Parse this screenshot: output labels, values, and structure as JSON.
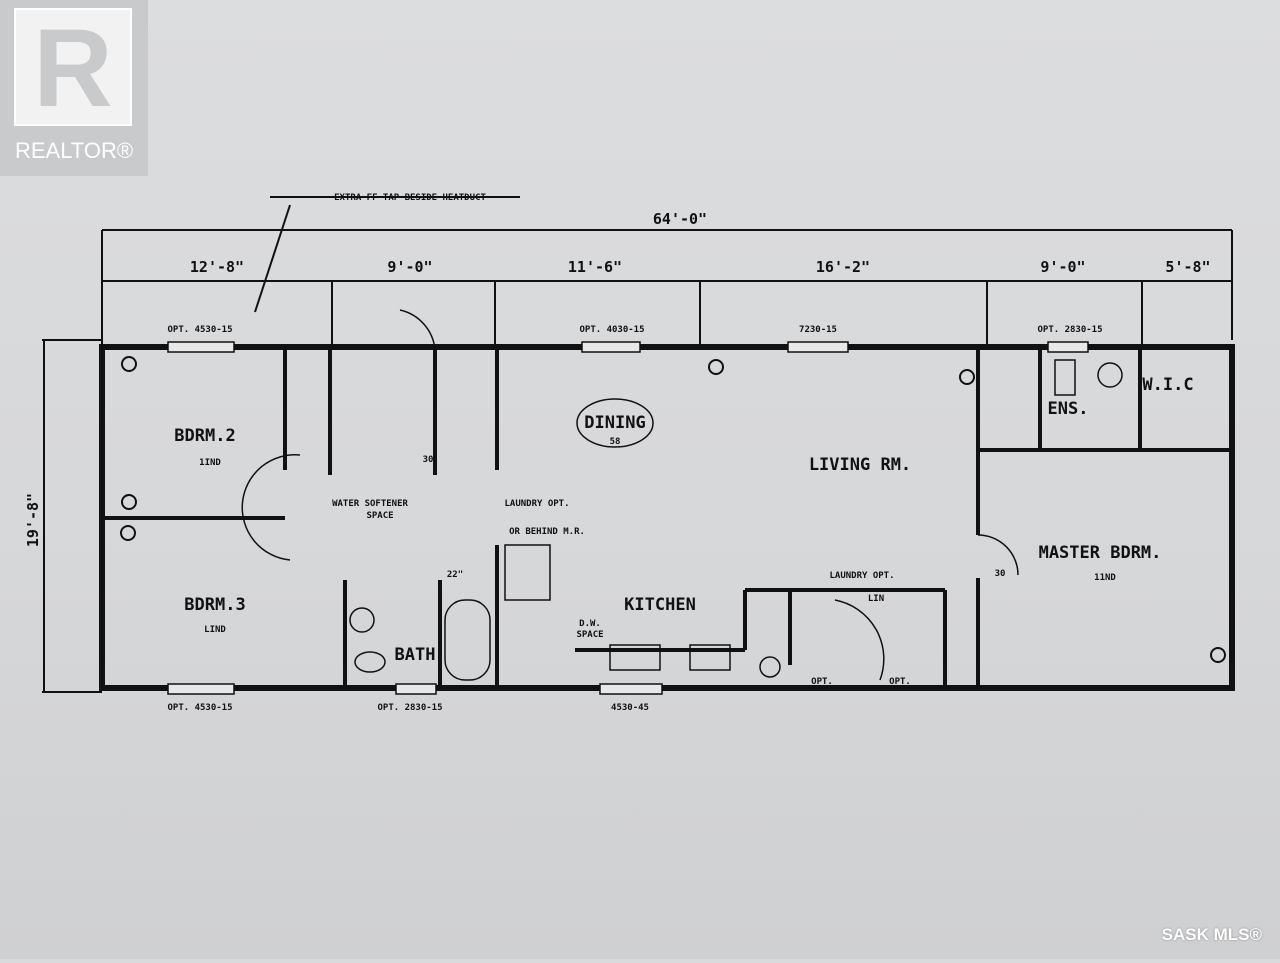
{
  "logos": {
    "realtor": "REALTOR®",
    "mls": "SASK MLS®"
  },
  "note": "EXTRA FF TAP BESIDE HEATDUCT",
  "dimensions": {
    "overall_length": "64'-0\"",
    "overall_width": "19'-8\"",
    "segments": [
      "12'-8\"",
      "9'-0\"",
      "11'-6\"",
      "16'-2\"",
      "9'-0\"",
      "5'-8\""
    ]
  },
  "rooms": {
    "bdrm2": "BDRM.2",
    "bdrm2_sub": "1IND",
    "bdrm3": "BDRM.3",
    "bdrm3_sub": "LIND",
    "dining": "DINING",
    "dining_sub": "58",
    "living": "LIVING RM.",
    "kitchen": "KITCHEN",
    "bath": "BATH",
    "master": "MASTER BDRM.",
    "master_sub": "11ND",
    "ens": "ENS.",
    "wic": "W.I.C"
  },
  "annotations": {
    "water_softener_1": "WATER SOFTENER",
    "water_softener_2": "SPACE",
    "laundry_opt": "LAUNDRY OPT.",
    "behind": "OR BEHIND M.R.",
    "dw_1": "D.W.",
    "dw_2": "SPACE",
    "laundry_opt2": "LAUNDRY OPT.",
    "lin": "LIN",
    "opt1": "OPT.",
    "opt2": "OPT.",
    "door_30": "30",
    "door_22": "22\"",
    "door_30b": "30"
  },
  "windows": {
    "w1": "OPT. 4530-15",
    "w2": "OPT. 4030-15",
    "w3": "7230-15",
    "w4": "OPT. 2830-15",
    "w5": "OPT. 4530-15",
    "w6": "OPT. 2830-15",
    "w7": "4530-45"
  }
}
